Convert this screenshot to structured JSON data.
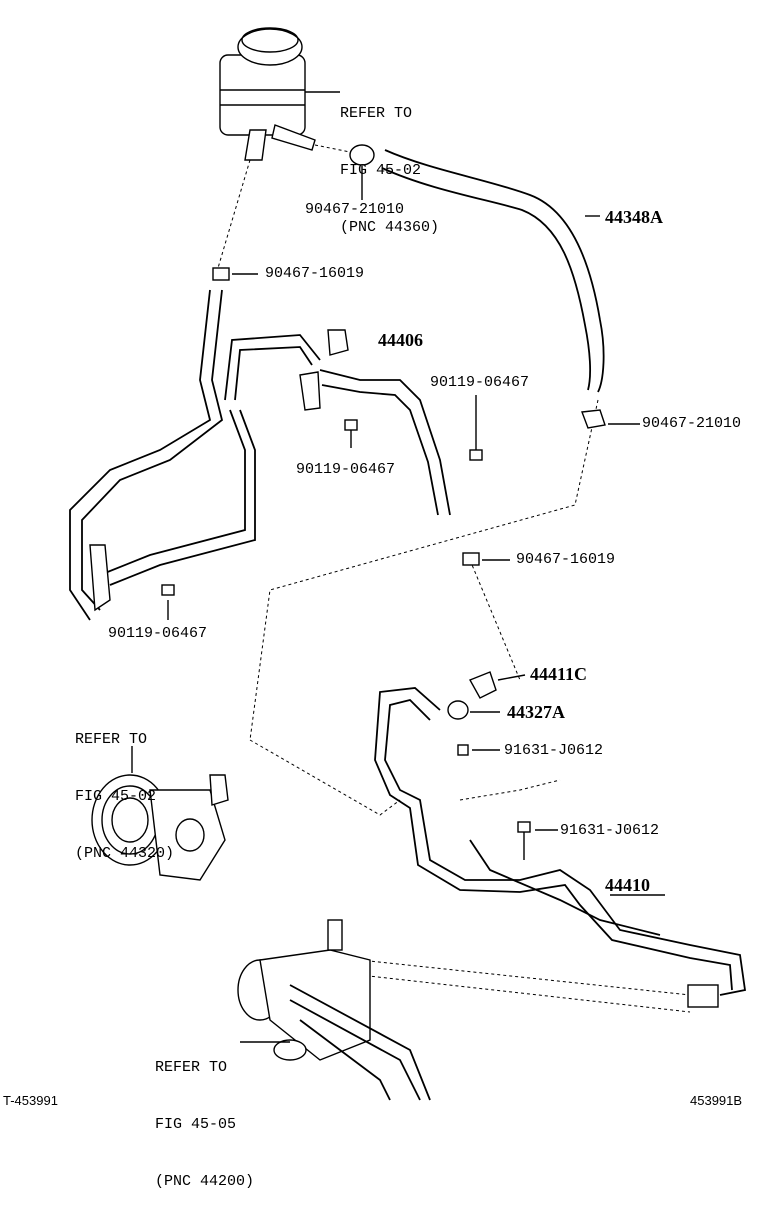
{
  "labels": {
    "reservoir_ref": [
      "REFER TO",
      "FIG 45-02",
      "(PNC 44360)"
    ],
    "clamp_top": "90467-21010",
    "hose_return": "44348A",
    "clip_upper_left": "90467-16019",
    "hose_pressure": "44406",
    "bolt_upper_right": "90119-06467",
    "bolt_upper_mid": "90119-06467",
    "clamp_right": "90467-21010",
    "clip_mid_right": "90467-16019",
    "bolt_left": "90119-06467",
    "union_bolt": "44411C",
    "gasket": "44327A",
    "bolt_lower_1": "91631-J0612",
    "bolt_lower_2": "91631-J0612",
    "tube_assy": "44410",
    "pump_ref": [
      "REFER TO",
      "FIG 45-02",
      "(PNC 44320)"
    ],
    "gear_ref": [
      "REFER TO",
      "FIG 45-05",
      "(PNC 44200)"
    ]
  },
  "footer": {
    "left_code": "T-453991",
    "right_code": "453991B"
  }
}
